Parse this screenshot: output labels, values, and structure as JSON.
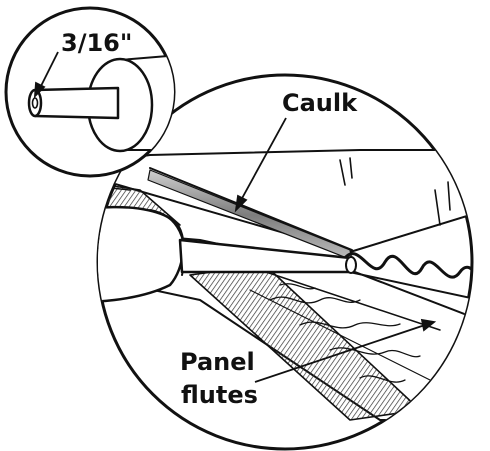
{
  "labels": {
    "caulk": "Caulk",
    "panel_flutes_line1": "Panel",
    "panel_flutes_line2": "flutes",
    "bead_size": "3/16\""
  },
  "colors": {
    "ink": "#111111",
    "paper": "#ffffff",
    "shade": "#9a9a9a",
    "mesh": "#555555"
  }
}
